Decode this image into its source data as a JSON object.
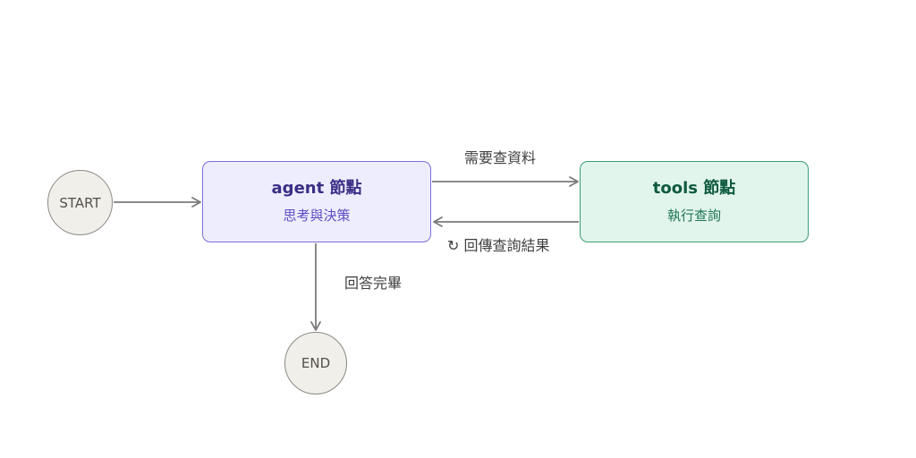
{
  "nodes": {
    "start": {
      "label": "START"
    },
    "end": {
      "label": "END"
    },
    "agent": {
      "title": "agent 節點",
      "subtitle": "思考與決策"
    },
    "tools": {
      "title": "tools 節點",
      "subtitle": "執行查詢"
    }
  },
  "edges": {
    "start_to_agent": {
      "label": ""
    },
    "agent_to_tools": {
      "label": "需要查資料"
    },
    "tools_to_agent": {
      "label": "↻ 回傳查詢結果",
      "icon": "refresh-icon"
    },
    "agent_to_end": {
      "label": "回答完畢"
    }
  },
  "colors": {
    "edge": "#7a7a7a",
    "terminal_fill": "#f1efea",
    "agent_fill": "#eeedfd",
    "agent_border": "#7c6fd8",
    "tools_fill": "#e2f5ed",
    "tools_border": "#3d9d75"
  }
}
